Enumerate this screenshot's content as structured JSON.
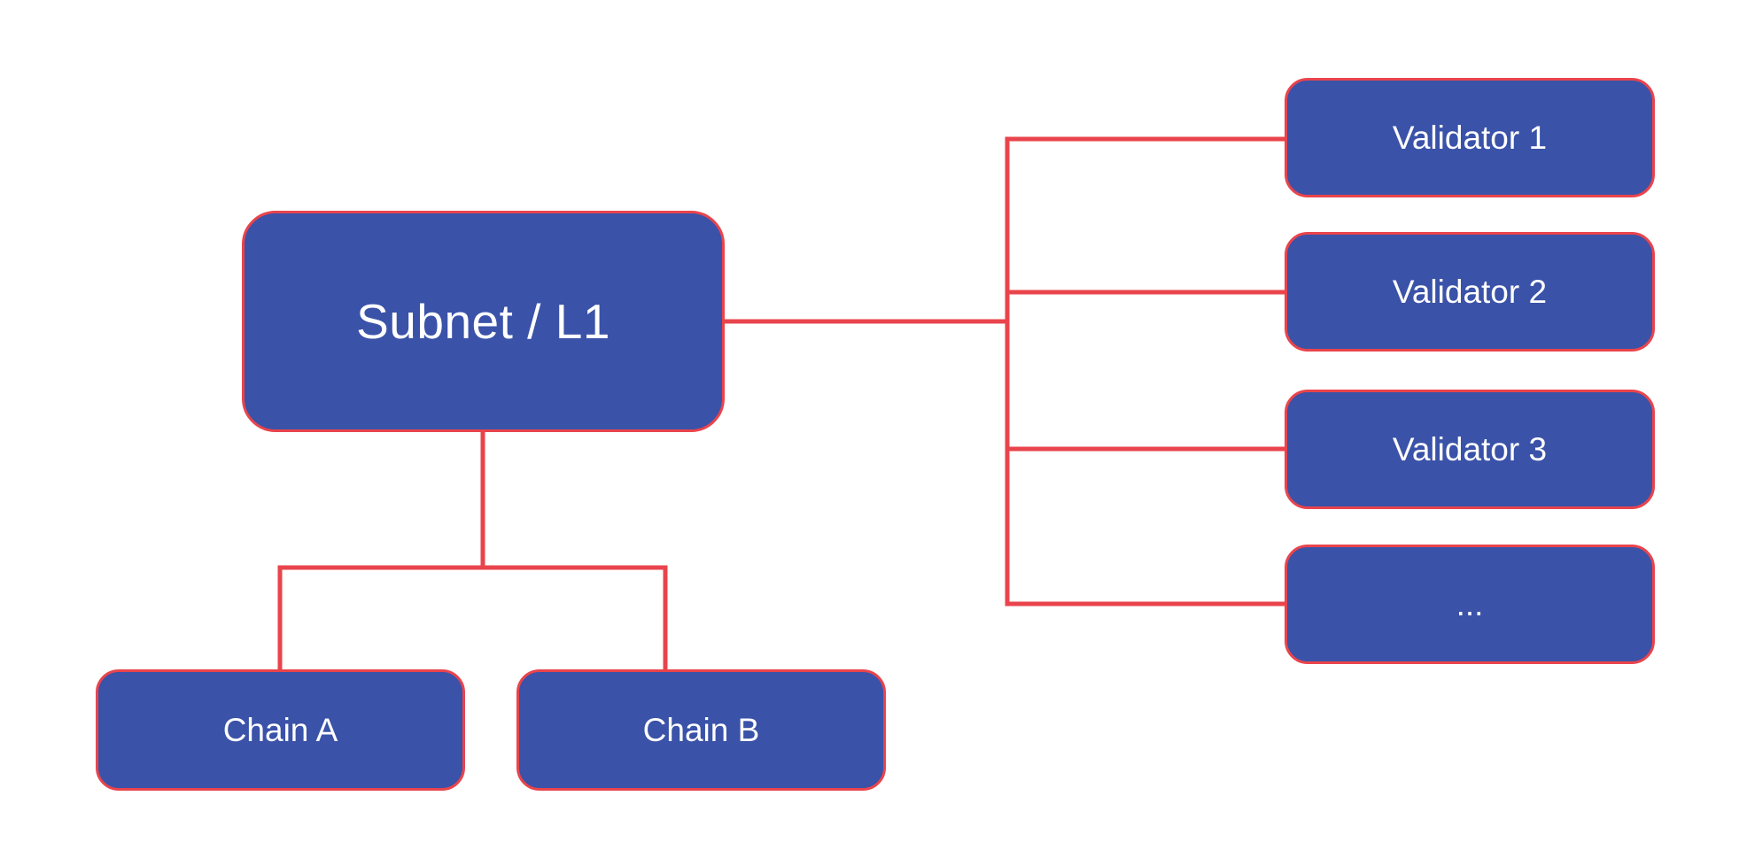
{
  "diagram": {
    "subnet": {
      "label": "Subnet / L1"
    },
    "validators": [
      {
        "label": "Validator 1"
      },
      {
        "label": "Validator 2"
      },
      {
        "label": "Validator 3"
      },
      {
        "label": "..."
      }
    ],
    "chains": [
      {
        "label": "Chain A"
      },
      {
        "label": "Chain B"
      }
    ],
    "colors": {
      "node_fill": "#3A52A8",
      "line_red": "#E9444C",
      "text": "#FFFFFF",
      "background": "#FFFFFF"
    }
  }
}
